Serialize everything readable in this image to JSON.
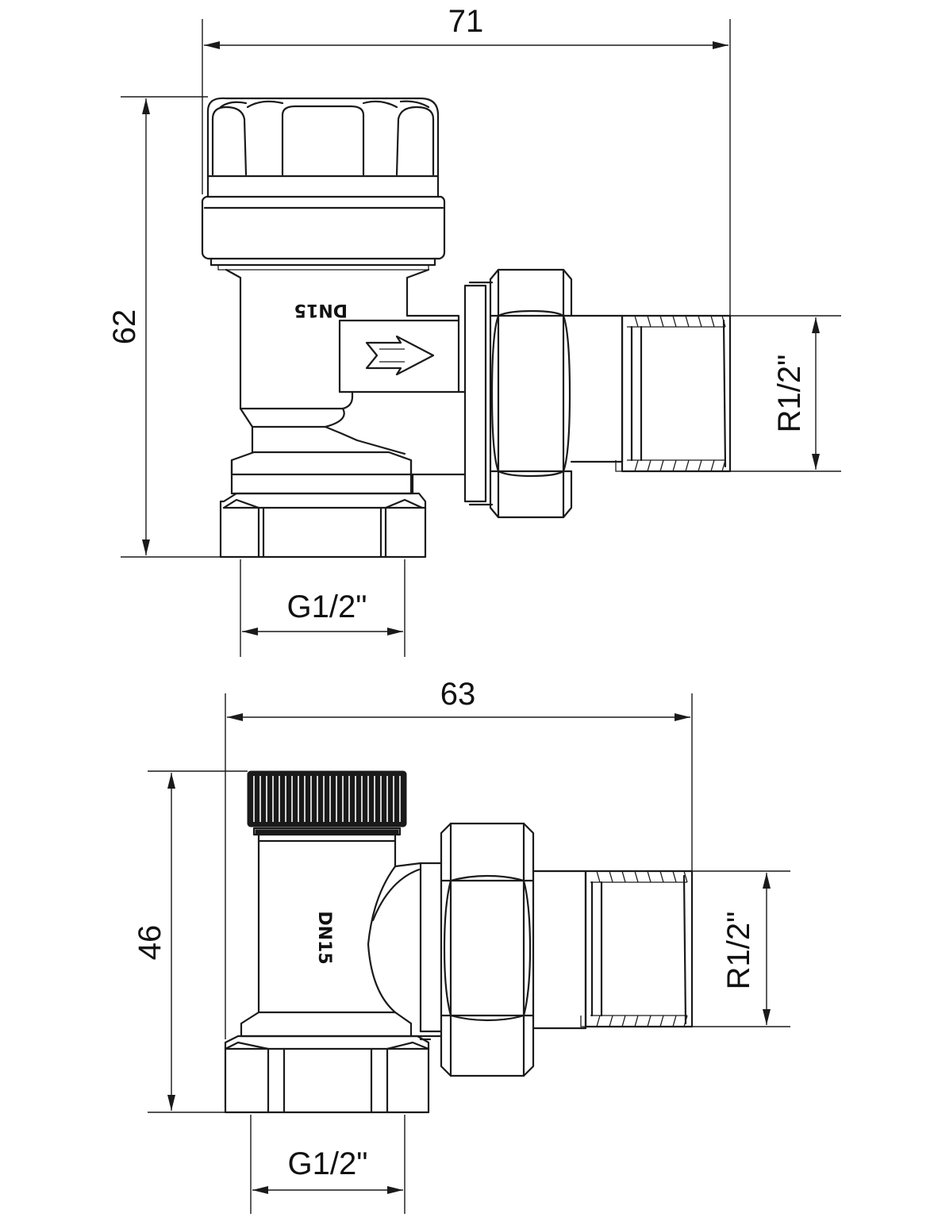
{
  "view_top": {
    "dims": {
      "overall_width": "71",
      "overall_height": "62",
      "inlet_thread": "G1/2\"",
      "outlet_thread": "R1/2\""
    },
    "body_marking": "DN15"
  },
  "view_bottom": {
    "dims": {
      "overall_width": "63",
      "overall_height": "46",
      "inlet_thread": "G1/2\"",
      "outlet_thread": "R1/2\""
    },
    "body_marking": "DN15"
  }
}
